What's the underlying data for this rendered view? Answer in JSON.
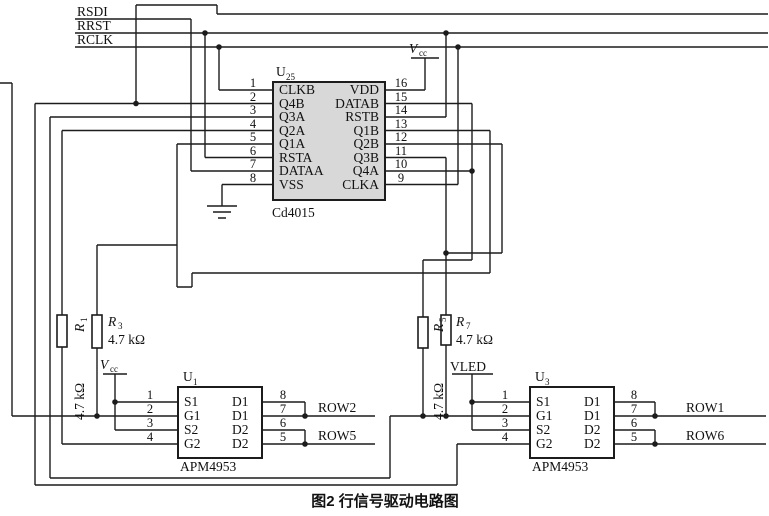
{
  "signals": {
    "rsdi": "RSDI",
    "rrst": "RRST",
    "rclk": "RCLK"
  },
  "power": {
    "vcc_base": "V",
    "vcc_sub": "cc",
    "vled": "VLED"
  },
  "cd4015": {
    "ref_base": "U",
    "ref_sub": "25",
    "name": "Cd4015",
    "left_pins": [
      {
        "num": "1",
        "name": "CLKB"
      },
      {
        "num": "2",
        "name": "Q4B"
      },
      {
        "num": "3",
        "name": "Q3A"
      },
      {
        "num": "4",
        "name": "Q2A"
      },
      {
        "num": "5",
        "name": "Q1A"
      },
      {
        "num": "6",
        "name": "RSTA"
      },
      {
        "num": "7",
        "name": "DATAA"
      },
      {
        "num": "8",
        "name": "VSS"
      }
    ],
    "right_pins": [
      {
        "num": "16",
        "name": "VDD"
      },
      {
        "num": "15",
        "name": "DATAB"
      },
      {
        "num": "14",
        "name": "RSTB"
      },
      {
        "num": "13",
        "name": "Q1B"
      },
      {
        "num": "12",
        "name": "Q2B"
      },
      {
        "num": "11",
        "name": "Q3B"
      },
      {
        "num": "10",
        "name": "Q4A"
      },
      {
        "num": "9",
        "name": "CLKA"
      }
    ]
  },
  "resistors": {
    "r1": {
      "ref_base": "R",
      "ref_sub": "1",
      "value": "4.7 kΩ"
    },
    "r3": {
      "ref_base": "R",
      "ref_sub": "3",
      "value": "4.7 kΩ"
    },
    "r5": {
      "ref_base": "R",
      "ref_sub": "5",
      "value": "4.7 kΩ"
    },
    "r7": {
      "ref_base": "R",
      "ref_sub": "7",
      "value": "4.7 kΩ"
    }
  },
  "u1": {
    "ref_base": "U",
    "ref_sub": "1",
    "name": "APM4953",
    "left_pins": [
      {
        "num": "1",
        "name": "S1"
      },
      {
        "num": "2",
        "name": "G1"
      },
      {
        "num": "3",
        "name": "S2"
      },
      {
        "num": "4",
        "name": "G2"
      }
    ],
    "right_pins": [
      {
        "num": "8",
        "name": "D1"
      },
      {
        "num": "7",
        "name": "D1"
      },
      {
        "num": "6",
        "name": "D2"
      },
      {
        "num": "5",
        "name": "D2"
      }
    ]
  },
  "u3": {
    "ref_base": "U",
    "ref_sub": "3",
    "name": "APM4953",
    "left_pins": [
      {
        "num": "1",
        "name": "S1"
      },
      {
        "num": "2",
        "name": "G1"
      },
      {
        "num": "3",
        "name": "S2"
      },
      {
        "num": "4",
        "name": "G2"
      }
    ],
    "right_pins": [
      {
        "num": "8",
        "name": "D1"
      },
      {
        "num": "7",
        "name": "D1"
      },
      {
        "num": "6",
        "name": "D2"
      },
      {
        "num": "5",
        "name": "D2"
      }
    ]
  },
  "rows": {
    "row2": "ROW2",
    "row5": "ROW5",
    "row1": "ROW1",
    "row6": "ROW6"
  },
  "caption": "图2  行信号驱动电路图"
}
